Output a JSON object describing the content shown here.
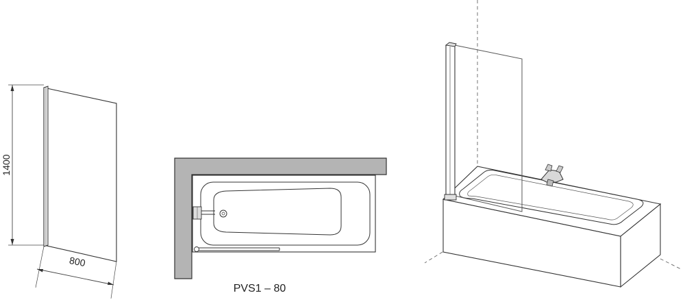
{
  "panel_view": {
    "height_label": "1400",
    "width_label": "800"
  },
  "plan_view": {
    "caption": "PVS1 – 80"
  },
  "colors": {
    "line": "#333333",
    "wall_fill": "#b4b4b4",
    "tub_fill": "#ffffff",
    "glass": "#777777"
  }
}
